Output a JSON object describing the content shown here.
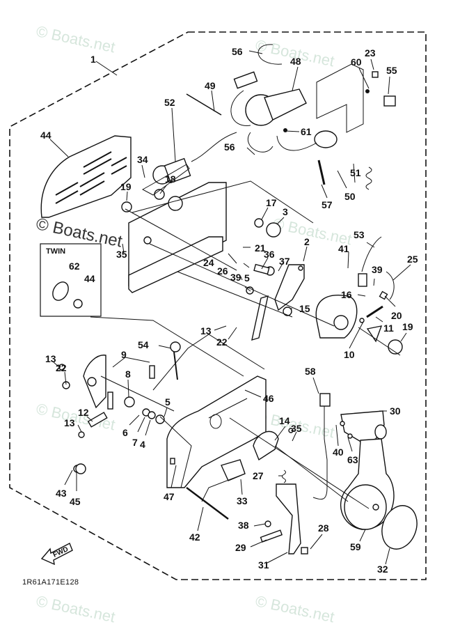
{
  "diagram": {
    "drawing_code": "1R61A171E128",
    "twin_box_title": "TWIN",
    "direction_arrow_label": "FWD",
    "watermark": "© Boats.net",
    "callouts": [
      {
        "id": "c1",
        "label": "1"
      },
      {
        "id": "c44a",
        "label": "44"
      },
      {
        "id": "c52",
        "label": "52"
      },
      {
        "id": "c49",
        "label": "49"
      },
      {
        "id": "c56a",
        "label": "56"
      },
      {
        "id": "c48",
        "label": "48"
      },
      {
        "id": "c60",
        "label": "60"
      },
      {
        "id": "c23",
        "label": "23"
      },
      {
        "id": "c55",
        "label": "55"
      },
      {
        "id": "c61",
        "label": "61"
      },
      {
        "id": "c56b",
        "label": "56"
      },
      {
        "id": "c51",
        "label": "51"
      },
      {
        "id": "c50",
        "label": "50"
      },
      {
        "id": "c57",
        "label": "57"
      },
      {
        "id": "c34",
        "label": "34"
      },
      {
        "id": "c19a",
        "label": "19"
      },
      {
        "id": "c18",
        "label": "18"
      },
      {
        "id": "c17",
        "label": "17"
      },
      {
        "id": "c3",
        "label": "3"
      },
      {
        "id": "c35a",
        "label": "35"
      },
      {
        "id": "c62",
        "label": "62"
      },
      {
        "id": "c44b",
        "label": "44"
      },
      {
        "id": "c21",
        "label": "21"
      },
      {
        "id": "c2",
        "label": "2"
      },
      {
        "id": "c36",
        "label": "36"
      },
      {
        "id": "c37",
        "label": "37"
      },
      {
        "id": "c24",
        "label": "24"
      },
      {
        "id": "c26",
        "label": "26"
      },
      {
        "id": "c39a",
        "label": "39"
      },
      {
        "id": "c5a",
        "label": "5"
      },
      {
        "id": "c53",
        "label": "53"
      },
      {
        "id": "c41",
        "label": "41"
      },
      {
        "id": "c39b",
        "label": "39"
      },
      {
        "id": "c25",
        "label": "25"
      },
      {
        "id": "c16",
        "label": "16"
      },
      {
        "id": "c20",
        "label": "20"
      },
      {
        "id": "c15",
        "label": "15"
      },
      {
        "id": "c11",
        "label": "11"
      },
      {
        "id": "c19b",
        "label": "19"
      },
      {
        "id": "c10",
        "label": "10"
      },
      {
        "id": "c13a",
        "label": "13"
      },
      {
        "id": "c22a",
        "label": "22"
      },
      {
        "id": "c54",
        "label": "54"
      },
      {
        "id": "c13b",
        "label": "13"
      },
      {
        "id": "c22b",
        "label": "22"
      },
      {
        "id": "c9",
        "label": "9"
      },
      {
        "id": "c8",
        "label": "8"
      },
      {
        "id": "c5b",
        "label": "5"
      },
      {
        "id": "c12",
        "label": "12"
      },
      {
        "id": "c13c",
        "label": "13"
      },
      {
        "id": "c6",
        "label": "6"
      },
      {
        "id": "c7",
        "label": "7"
      },
      {
        "id": "c4",
        "label": "4"
      },
      {
        "id": "c46",
        "label": "46"
      },
      {
        "id": "c58",
        "label": "58"
      },
      {
        "id": "c30",
        "label": "30"
      },
      {
        "id": "c14",
        "label": "14"
      },
      {
        "id": "c35b",
        "label": "35"
      },
      {
        "id": "c40",
        "label": "40"
      },
      {
        "id": "c63",
        "label": "63"
      },
      {
        "id": "c43",
        "label": "43"
      },
      {
        "id": "c45",
        "label": "45"
      },
      {
        "id": "c47",
        "label": "47"
      },
      {
        "id": "c27",
        "label": "27"
      },
      {
        "id": "c33",
        "label": "33"
      },
      {
        "id": "c42",
        "label": "42"
      },
      {
        "id": "c38",
        "label": "38"
      },
      {
        "id": "c28",
        "label": "28"
      },
      {
        "id": "c29",
        "label": "29"
      },
      {
        "id": "c59",
        "label": "59"
      },
      {
        "id": "c31",
        "label": "31"
      },
      {
        "id": "c32",
        "label": "32"
      }
    ]
  }
}
